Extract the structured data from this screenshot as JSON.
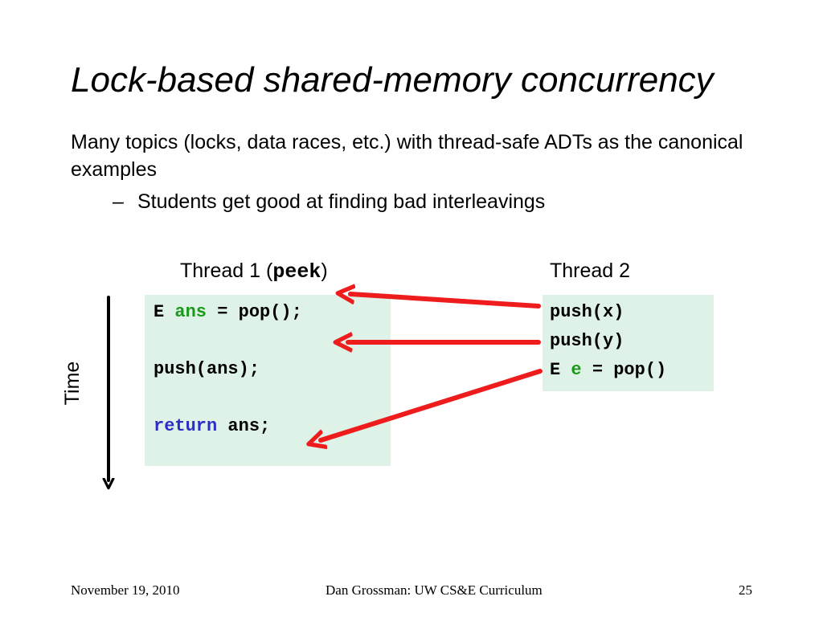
{
  "slide": {
    "title": "Lock-based shared-memory concurrency",
    "bullet_main": "Many topics (locks, data races, etc.) with thread-safe ADTs as the canonical examples",
    "bullet_sub_dash": "–",
    "bullet_sub": "Students get good at finding bad interleavings"
  },
  "diagram": {
    "thread1": {
      "label_prefix": "Thread 1 (",
      "label_code": "peek",
      "label_suffix": ")",
      "lines": [
        {
          "type": "E",
          "var": "ans",
          "rest": "= pop();"
        },
        {
          "text": "push(ans);"
        },
        {
          "keyword": "return",
          "rest": "ans;"
        }
      ]
    },
    "thread2": {
      "label": "Thread 2",
      "lines": [
        {
          "text": "push(x)"
        },
        {
          "text": "push(y)"
        },
        {
          "type": "E",
          "var": "e",
          "rest": "= pop()"
        }
      ]
    },
    "time_label": "Time",
    "colors": {
      "code_bg": "#dff2e8",
      "arrow": "#ee1c1c",
      "keyword_green": "#1a9a1a",
      "keyword_blue": "#2d2dc8"
    }
  },
  "footer": {
    "date": "November 19, 2010",
    "center": "Dan Grossman: UW CS&E Curriculum",
    "page": "25"
  }
}
